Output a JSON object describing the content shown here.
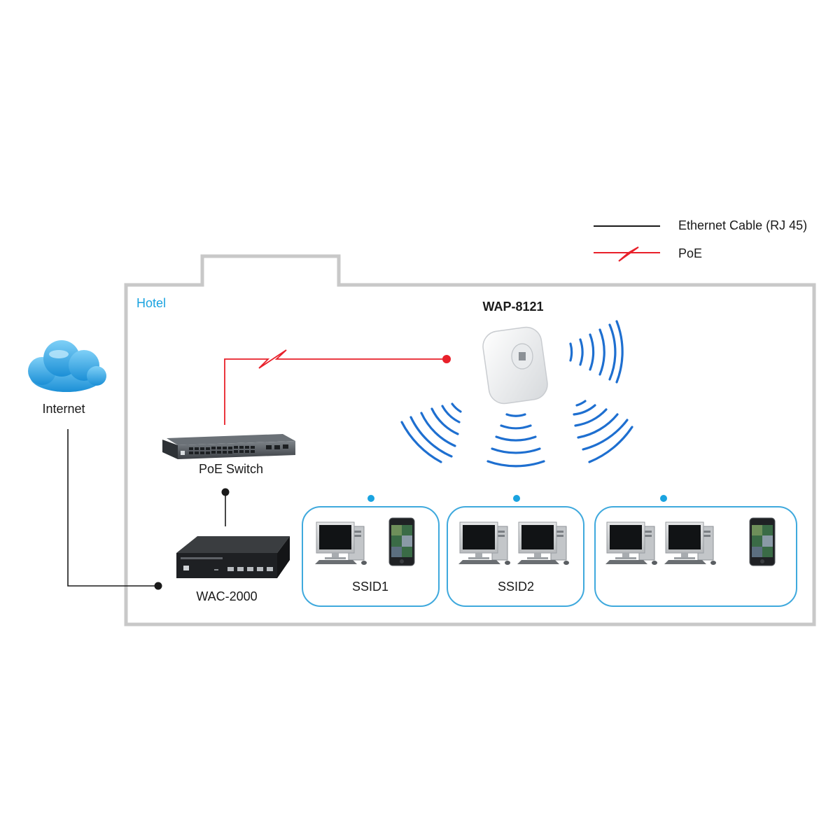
{
  "legend": {
    "ethernet_label": "Ethernet Cable (RJ 45)",
    "poe_label": "PoE"
  },
  "building": {
    "label": "Hotel"
  },
  "nodes": {
    "internet": "Internet",
    "poe_switch": "PoE Switch",
    "controller": "WAC-2000",
    "access_point": "WAP-8121"
  },
  "groups": [
    {
      "label": "SSID1"
    },
    {
      "label": "SSID2"
    },
    {
      "label": ""
    }
  ],
  "colors": {
    "ethernet": "#1a1a1a",
    "poe": "#e8202a",
    "wifi": "#1e6fd0",
    "group_border": "#3fa9dd",
    "hotel": "#1aa3e0",
    "building_outline": "#c8c8c8"
  }
}
